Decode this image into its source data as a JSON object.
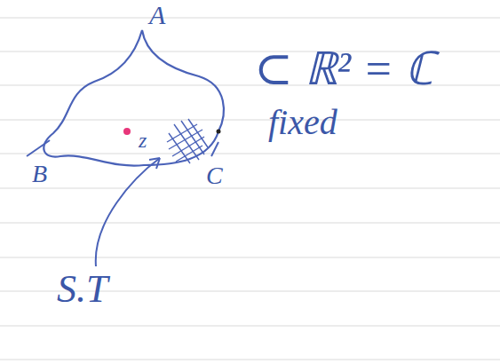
{
  "diagram": {
    "labels": [
      "A",
      "B",
      "C",
      "z",
      "S.T",
      "⊂ ℝ² = ℂ",
      "fixed"
    ]
  }
}
